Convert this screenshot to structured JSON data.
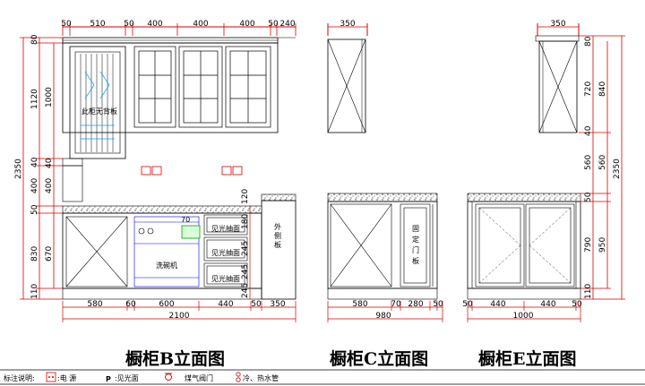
{
  "titles": {
    "b": "橱柜B立面图",
    "c": "橱柜C立面图",
    "e": "橱柜E立面图"
  },
  "labels": {
    "sink_cabinet_no_back": "此柜无背板",
    "dishwasher": "洗碗机",
    "outer_side_panel": "外侧板",
    "fixed_door_panel": "固定门板",
    "drawers": [
      "见光抽面",
      "见光抽面",
      "见光抽面"
    ],
    "mark_70": "70"
  },
  "dims_b_top": [
    "50",
    "510",
    "50",
    "400",
    "400",
    "400",
    "50",
    "240"
  ],
  "dims_b_bottom": [
    "580",
    "60",
    "600",
    "440",
    "50",
    "350"
  ],
  "dims_b_total": "2100",
  "dims_b_left_outer": "2350",
  "dims_b_left_1": [
    "80",
    "1120",
    "40",
    "400",
    "50",
    "830",
    "110"
  ],
  "dims_b_left_2": [
    "1000",
    "40",
    "400",
    "670"
  ],
  "dims_b_right": [
    "180",
    "245",
    "245",
    "245",
    "120"
  ],
  "dims_c_top": "350",
  "dims_c_bottom": [
    "580",
    "70",
    "280",
    "50"
  ],
  "dims_c_total": "980",
  "dims_e_top": "350",
  "dims_e_bottom": [
    "50",
    "440",
    "440",
    "50"
  ],
  "dims_e_total": "1000",
  "dims_e_right_1": [
    "80",
    "720",
    "40",
    "560",
    "50",
    "790",
    "110"
  ],
  "dims_e_right_2": [
    "840",
    "560",
    "950"
  ],
  "dims_e_right_outer": "2350",
  "legend": {
    "title": "标注说明:",
    "items": [
      {
        "symbol": "outlet-icon",
        "text": ":电  源"
      },
      {
        "symbol": "P",
        "text": ":见光面"
      },
      {
        "symbol": "valve-icon",
        "text": "煤气阀门"
      },
      {
        "symbol": "pipe-icon",
        "text": "冷、热水管"
      }
    ]
  },
  "colors": {
    "dimension": "#d40000",
    "line": "#000000",
    "accent": "#0000ff"
  }
}
